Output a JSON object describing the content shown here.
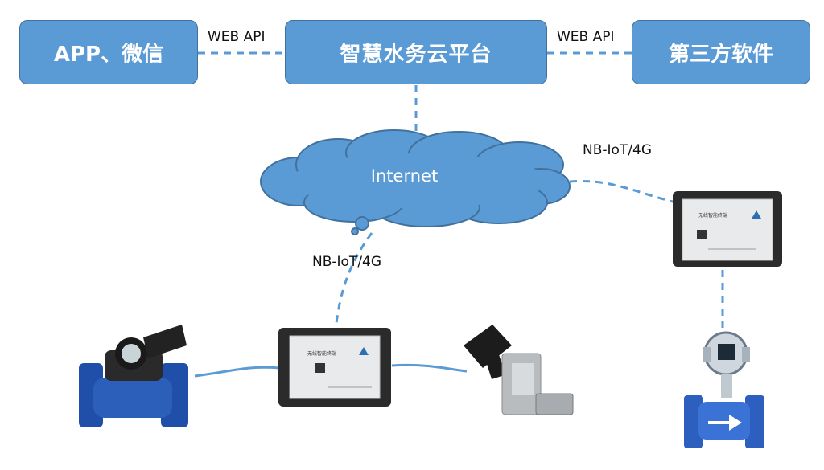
{
  "boxes": {
    "app": "APP、微信",
    "platform": "智慧水务云平台",
    "third_party": "第三方软件"
  },
  "connections": {
    "api_left": "WEB API",
    "api_right": "WEB API",
    "nb_right": "NB-IoT/4G",
    "nb_bottom": "NB-IoT/4G"
  },
  "cloud": {
    "label": "Internet"
  },
  "devices": {
    "terminal_label": "无线智能终端"
  },
  "colors": {
    "box_fill": "#5b9bd5",
    "box_border": "#41719c",
    "link": "#5b9bd5"
  }
}
